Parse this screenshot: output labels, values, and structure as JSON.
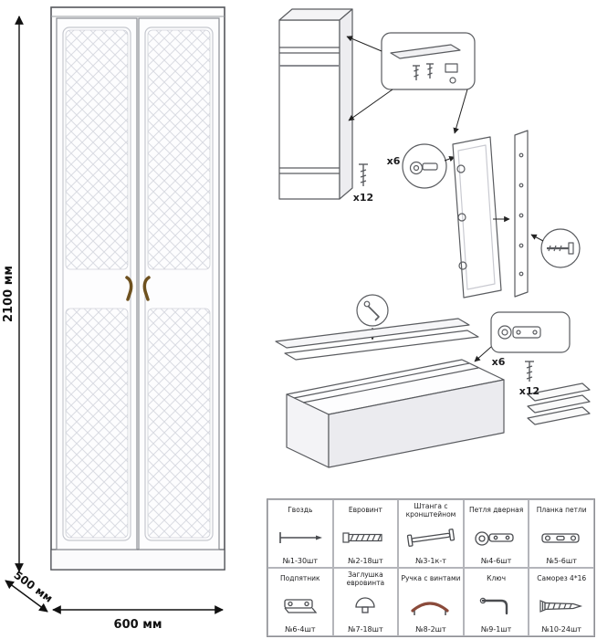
{
  "dimensions": {
    "height": "2100 мм",
    "depth": "500 мм",
    "width": "600 мм"
  },
  "callouts": {
    "top_screws": "x12",
    "hinge_top": "x6",
    "hinge_bottom": "x6",
    "bottom_screws": "x12"
  },
  "colors": {
    "line": "#55575c",
    "handle": "#6e511f",
    "handle_red": "#8a4a3a",
    "pattern": "#d9dbe2"
  },
  "parts_table": {
    "rows": [
      [
        {
          "name": "Гвоздь",
          "count": "№1-30шт",
          "icon": "nail-icon"
        },
        {
          "name": "Евровинт",
          "count": "№2-18шт",
          "icon": "euroscrew-icon"
        },
        {
          "name": "Штанга с кронштейном",
          "count": "№3-1к-т",
          "icon": "rod-icon"
        },
        {
          "name": "Петля дверная",
          "count": "№4-6шт",
          "icon": "door-hinge-icon"
        },
        {
          "name": "Планка петли",
          "count": "№5-6шт",
          "icon": "hinge-plate-icon"
        }
      ],
      [
        {
          "name": "Подпятник",
          "count": "№6-4шт",
          "icon": "foot-glide-icon"
        },
        {
          "name": "Заглушка евровинта",
          "count": "№7-18шт",
          "icon": "screw-cap-icon"
        },
        {
          "name": "Ручка с винтами",
          "count": "№8-2шт",
          "icon": "handle-icon"
        },
        {
          "name": "Ключ",
          "count": "№9-1шт",
          "icon": "key-icon"
        },
        {
          "name": "Саморез 4*16",
          "count": "№10-24шт",
          "icon": "selftap-screw-icon"
        }
      ]
    ]
  }
}
